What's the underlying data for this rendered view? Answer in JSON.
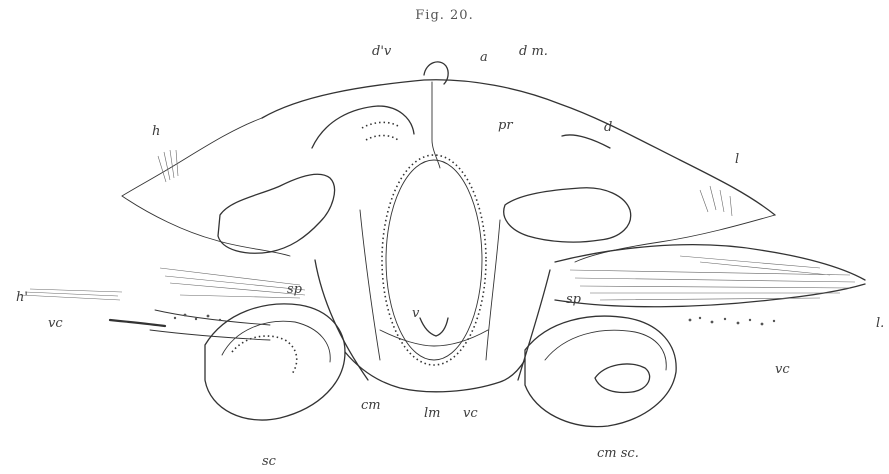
{
  "figure": {
    "title": "Fig. 20.",
    "labels": {
      "dv": "d'v",
      "a": "a",
      "dm": "d m.",
      "d": "d",
      "h_left": "h",
      "pr": "pr",
      "l": "l",
      "sp_left": "sp",
      "sp_right": "sp",
      "hprime": "h'",
      "vc_left": "vc",
      "v": "v",
      "lr": "l.",
      "vc_right": "vc",
      "cm_mid": "cm",
      "lm": "lm",
      "vc_bottom": "vc",
      "cm_sc": "cm sc.",
      "sc": "sc"
    }
  }
}
